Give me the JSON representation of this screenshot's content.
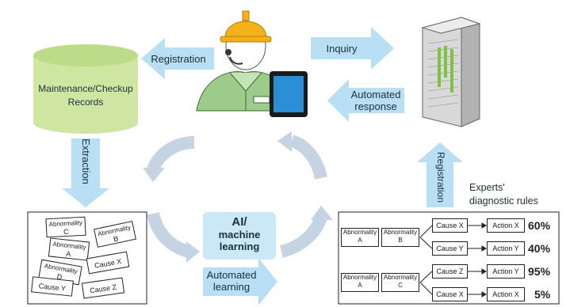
{
  "labels": {
    "registration_left": "Registration",
    "inquiry": "Inquiry",
    "automated_response": "Automated\nresponse",
    "maintenance_records": "Maintenance/Checkup\nRecords",
    "extraction": "Extraction",
    "registration_right": "Registration",
    "experts_rules": "Experts'\ndiagnostic rules",
    "ai_box": "AI/",
    "ai_box_line2": "machine",
    "ai_box_line3": "learning",
    "automated_learning": "Automated\nlearning"
  },
  "left_cards": [
    {
      "line1": "Abnormality",
      "line2": "C"
    },
    {
      "line1": "Abnormality",
      "line2": "B"
    },
    {
      "line1": "Abnormality",
      "line2": "A"
    },
    {
      "line1": "Abnormality",
      "line2": "D"
    },
    {
      "line1": "Cause X",
      "line2": ""
    },
    {
      "line1": "Cause Y",
      "line2": ""
    },
    {
      "line1": "Cause Z",
      "line2": ""
    }
  ],
  "rules": {
    "group1": {
      "abn1": "Abnormality\nA",
      "abn2": "Abnormality\nB",
      "rows": [
        {
          "cause": "Cause X",
          "action": "Action X",
          "pct": "60%"
        },
        {
          "cause": "Cause Y",
          "action": "Action Y",
          "pct": "40%"
        }
      ]
    },
    "group2": {
      "abn1": "Abnormality\nA",
      "abn2": "Abnormality\nC",
      "rows": [
        {
          "cause": "Cause Z",
          "action": "Action Y",
          "pct": "95%"
        },
        {
          "cause": "Cause X",
          "action": "Action X",
          "pct": "5%"
        }
      ]
    }
  },
  "colors": {
    "arrow": "#b9dff4",
    "cylinder": "#cfe6a3",
    "circle_arrow": "#c5d3e3",
    "shirt": "#9ccb8a",
    "helmet": "#f4b21a",
    "server": "#d8d8d8"
  }
}
